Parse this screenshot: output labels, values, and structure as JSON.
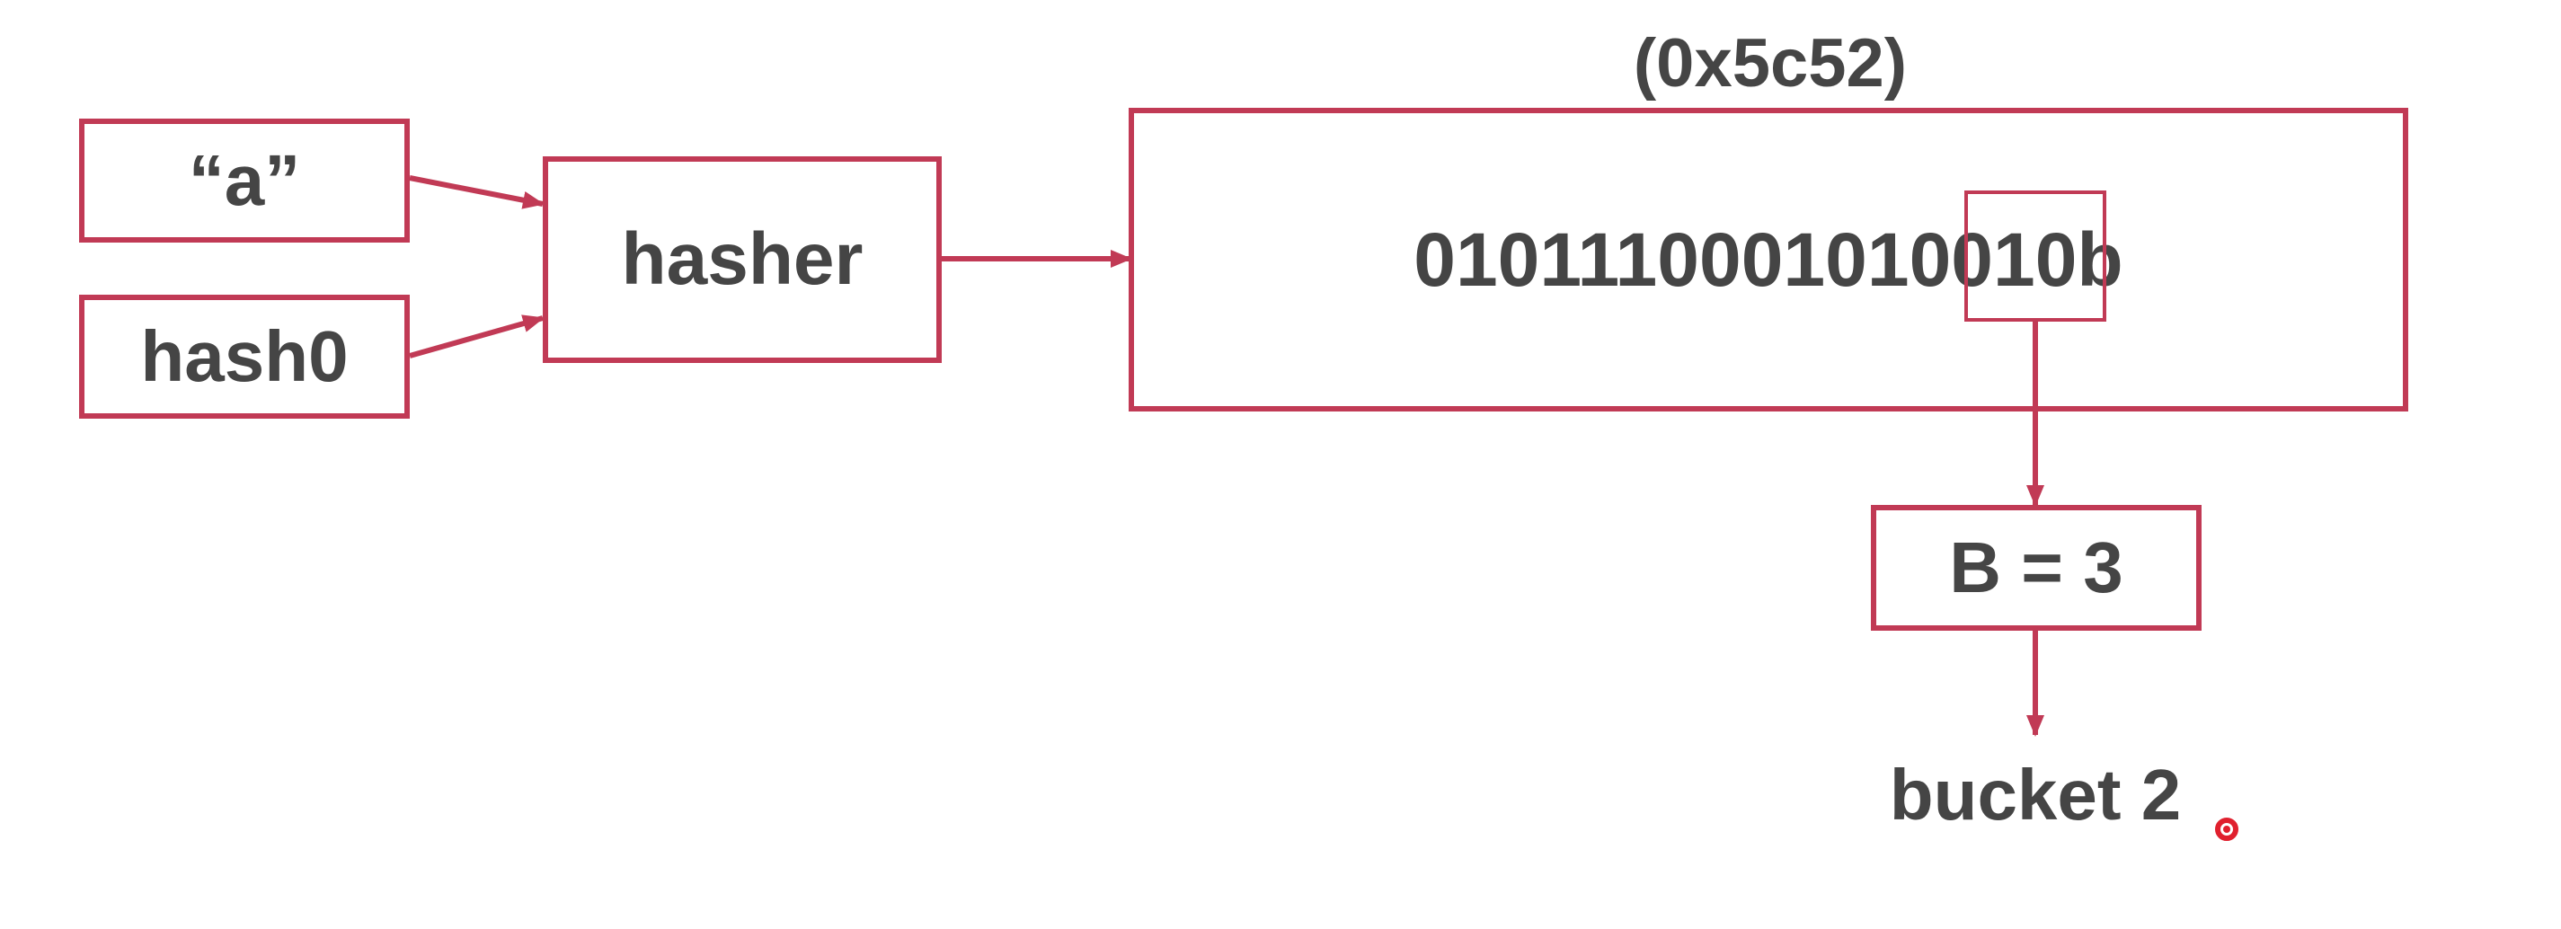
{
  "diagram": {
    "hex_value": "(0x5c52)",
    "input_key": "“a”",
    "input_seed": "hash0",
    "hasher_label": "hasher",
    "hash_bits": "0101110001010010b",
    "b_param": "B = 3",
    "result": "bucket 2"
  },
  "colors": {
    "stroke": "#c13a55",
    "text": "#454545",
    "pointer": "#e0202e"
  }
}
